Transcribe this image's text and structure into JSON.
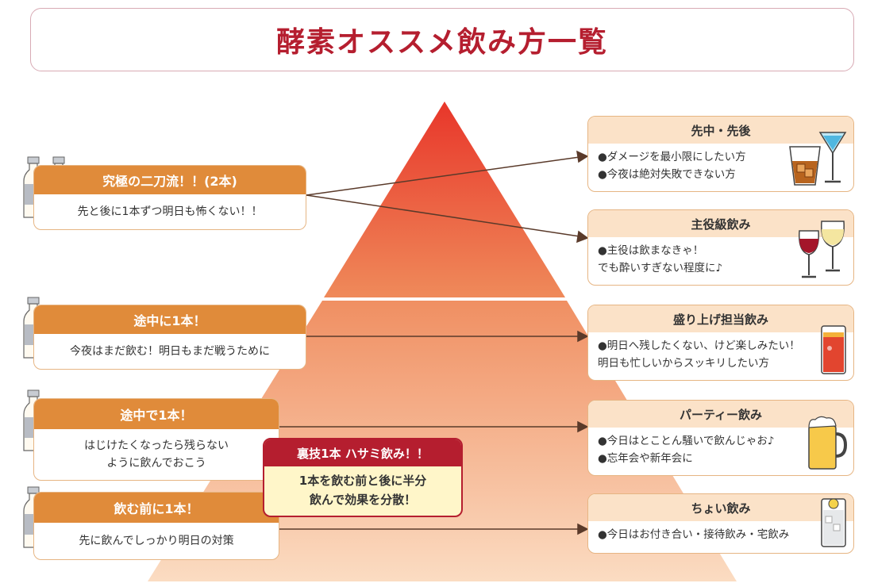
{
  "title": "酵素オススメ飲み方一覧",
  "left": [
    {
      "head": "究極の二刀流！！(2本)",
      "body": [
        "先と後に1本ずつ明日も怖くない！！"
      ]
    },
    {
      "head": "途中に1本！",
      "body": [
        "今夜はまだ飲む！明日もまだ戦うために"
      ]
    },
    {
      "head": "途中で1本！",
      "body": [
        "はじけたくなったら残らない",
        "ように飲んでおこう"
      ]
    },
    {
      "head": "飲む前に1本！",
      "body": [
        "先に飲んでしっかり明日の対策"
      ]
    }
  ],
  "special": {
    "head": "裏技1本 ハサミ飲み！！",
    "body": [
      "1本を飲む前と後に半分",
      "飲んで効果を分散！"
    ]
  },
  "right": [
    {
      "head": "先中・先後",
      "items": [
        "●ダメージを最小限にしたい方",
        "●今夜は絶対失敗できない方"
      ],
      "icon": "whisky-cocktail-icon"
    },
    {
      "head": "主役級飲み",
      "items": [
        "●主役は飲まなきゃ！",
        "でも酔いすぎない程度に♪"
      ],
      "icon": "wine-glasses-icon"
    },
    {
      "head": "盛り上げ担当飲み",
      "items": [
        "●明日へ残したくない、けど楽しみたい！",
        "明日も忙しいからスッキリしたい方"
      ],
      "icon": "cocktail-glass-icon"
    },
    {
      "head": "パーティー飲み",
      "items": [
        "●今日はとことん騒いで飲んじゃお♪",
        "●忘年会や新年会に"
      ],
      "icon": "beer-mug-icon"
    },
    {
      "head": "ちょい飲み",
      "items": [
        "●今日はお付き合い・接待飲み・宅飲み"
      ],
      "icon": "highball-glass-icon"
    }
  ],
  "colors": {
    "accent": "#b51e2f",
    "orange": "#e08b3a",
    "peach": "#fbe2c8"
  }
}
